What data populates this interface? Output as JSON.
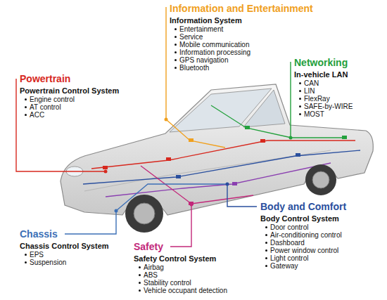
{
  "diagram": {
    "labels": [
      "Information and Entertainment",
      "Information System",
      "Entertainment",
      "Service",
      "Mobile communication",
      "Information processing",
      "GPS navigation",
      "Bluetooth",
      "Networking",
      "In-vehicle LAN",
      "CAN",
      "LIN",
      "FlexRay",
      "SAFE-by-WIRE",
      "MOST",
      "Powertrain",
      "Powertrain Control System",
      "Engine control",
      "AT control",
      "ACC",
      "Body and Comfort",
      "Body Control System",
      "Door control",
      "Air-conditioning control",
      "Dashboard",
      "Power window control",
      "Light control",
      "Gateway",
      "Chassis",
      "Chassis Control System",
      "EPS",
      "Suspension",
      "Safety",
      "Safety Control System",
      "Airbag",
      "ABS",
      "Stability control",
      "Vehicle occupant detection"
    ]
  }
}
